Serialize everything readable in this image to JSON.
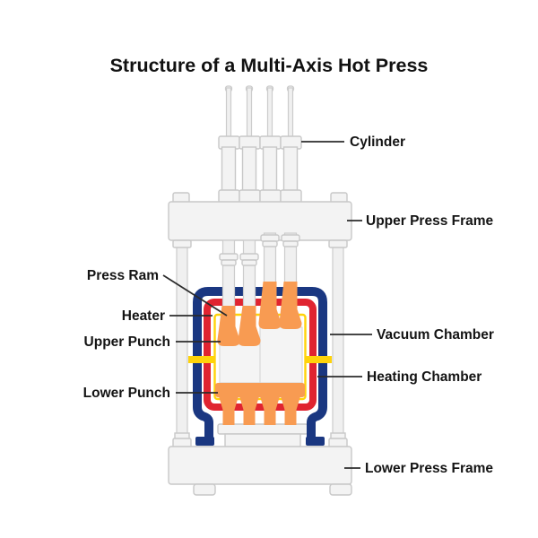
{
  "title": "Structure of a Multi-Axis Hot Press",
  "labels": {
    "cylinder": "Cylinder",
    "upper_press_frame": "Upper Press Frame",
    "press_ram": "Press Ram",
    "heater": "Heater",
    "upper_punch": "Upper Punch",
    "vacuum_chamber": "Vacuum Chamber",
    "heating_chamber": "Heating Chamber",
    "lower_punch": "Lower Punch",
    "lower_press_frame": "Lower Press Frame"
  },
  "colors": {
    "navy": "#1a3781",
    "red": "#e02430",
    "yellow": "#ffd30a",
    "orange": "#f89b52"
  }
}
